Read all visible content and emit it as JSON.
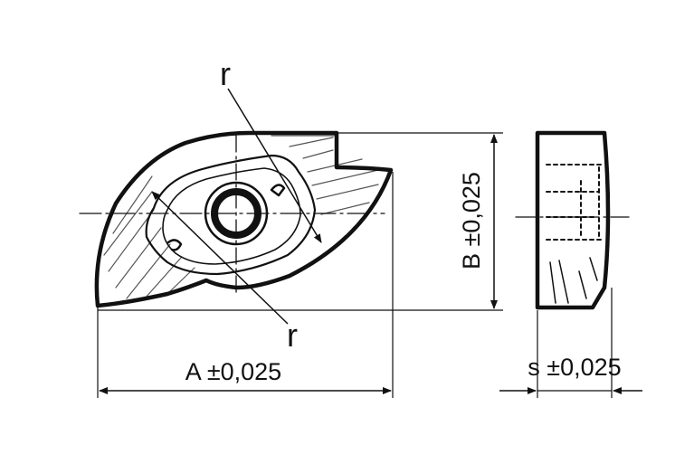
{
  "labels": {
    "r_top": "r",
    "r_bottom": "r",
    "dim_a": "A ±0,025",
    "dim_b": "B ±0,025",
    "dim_s": "s ±0,025"
  }
}
